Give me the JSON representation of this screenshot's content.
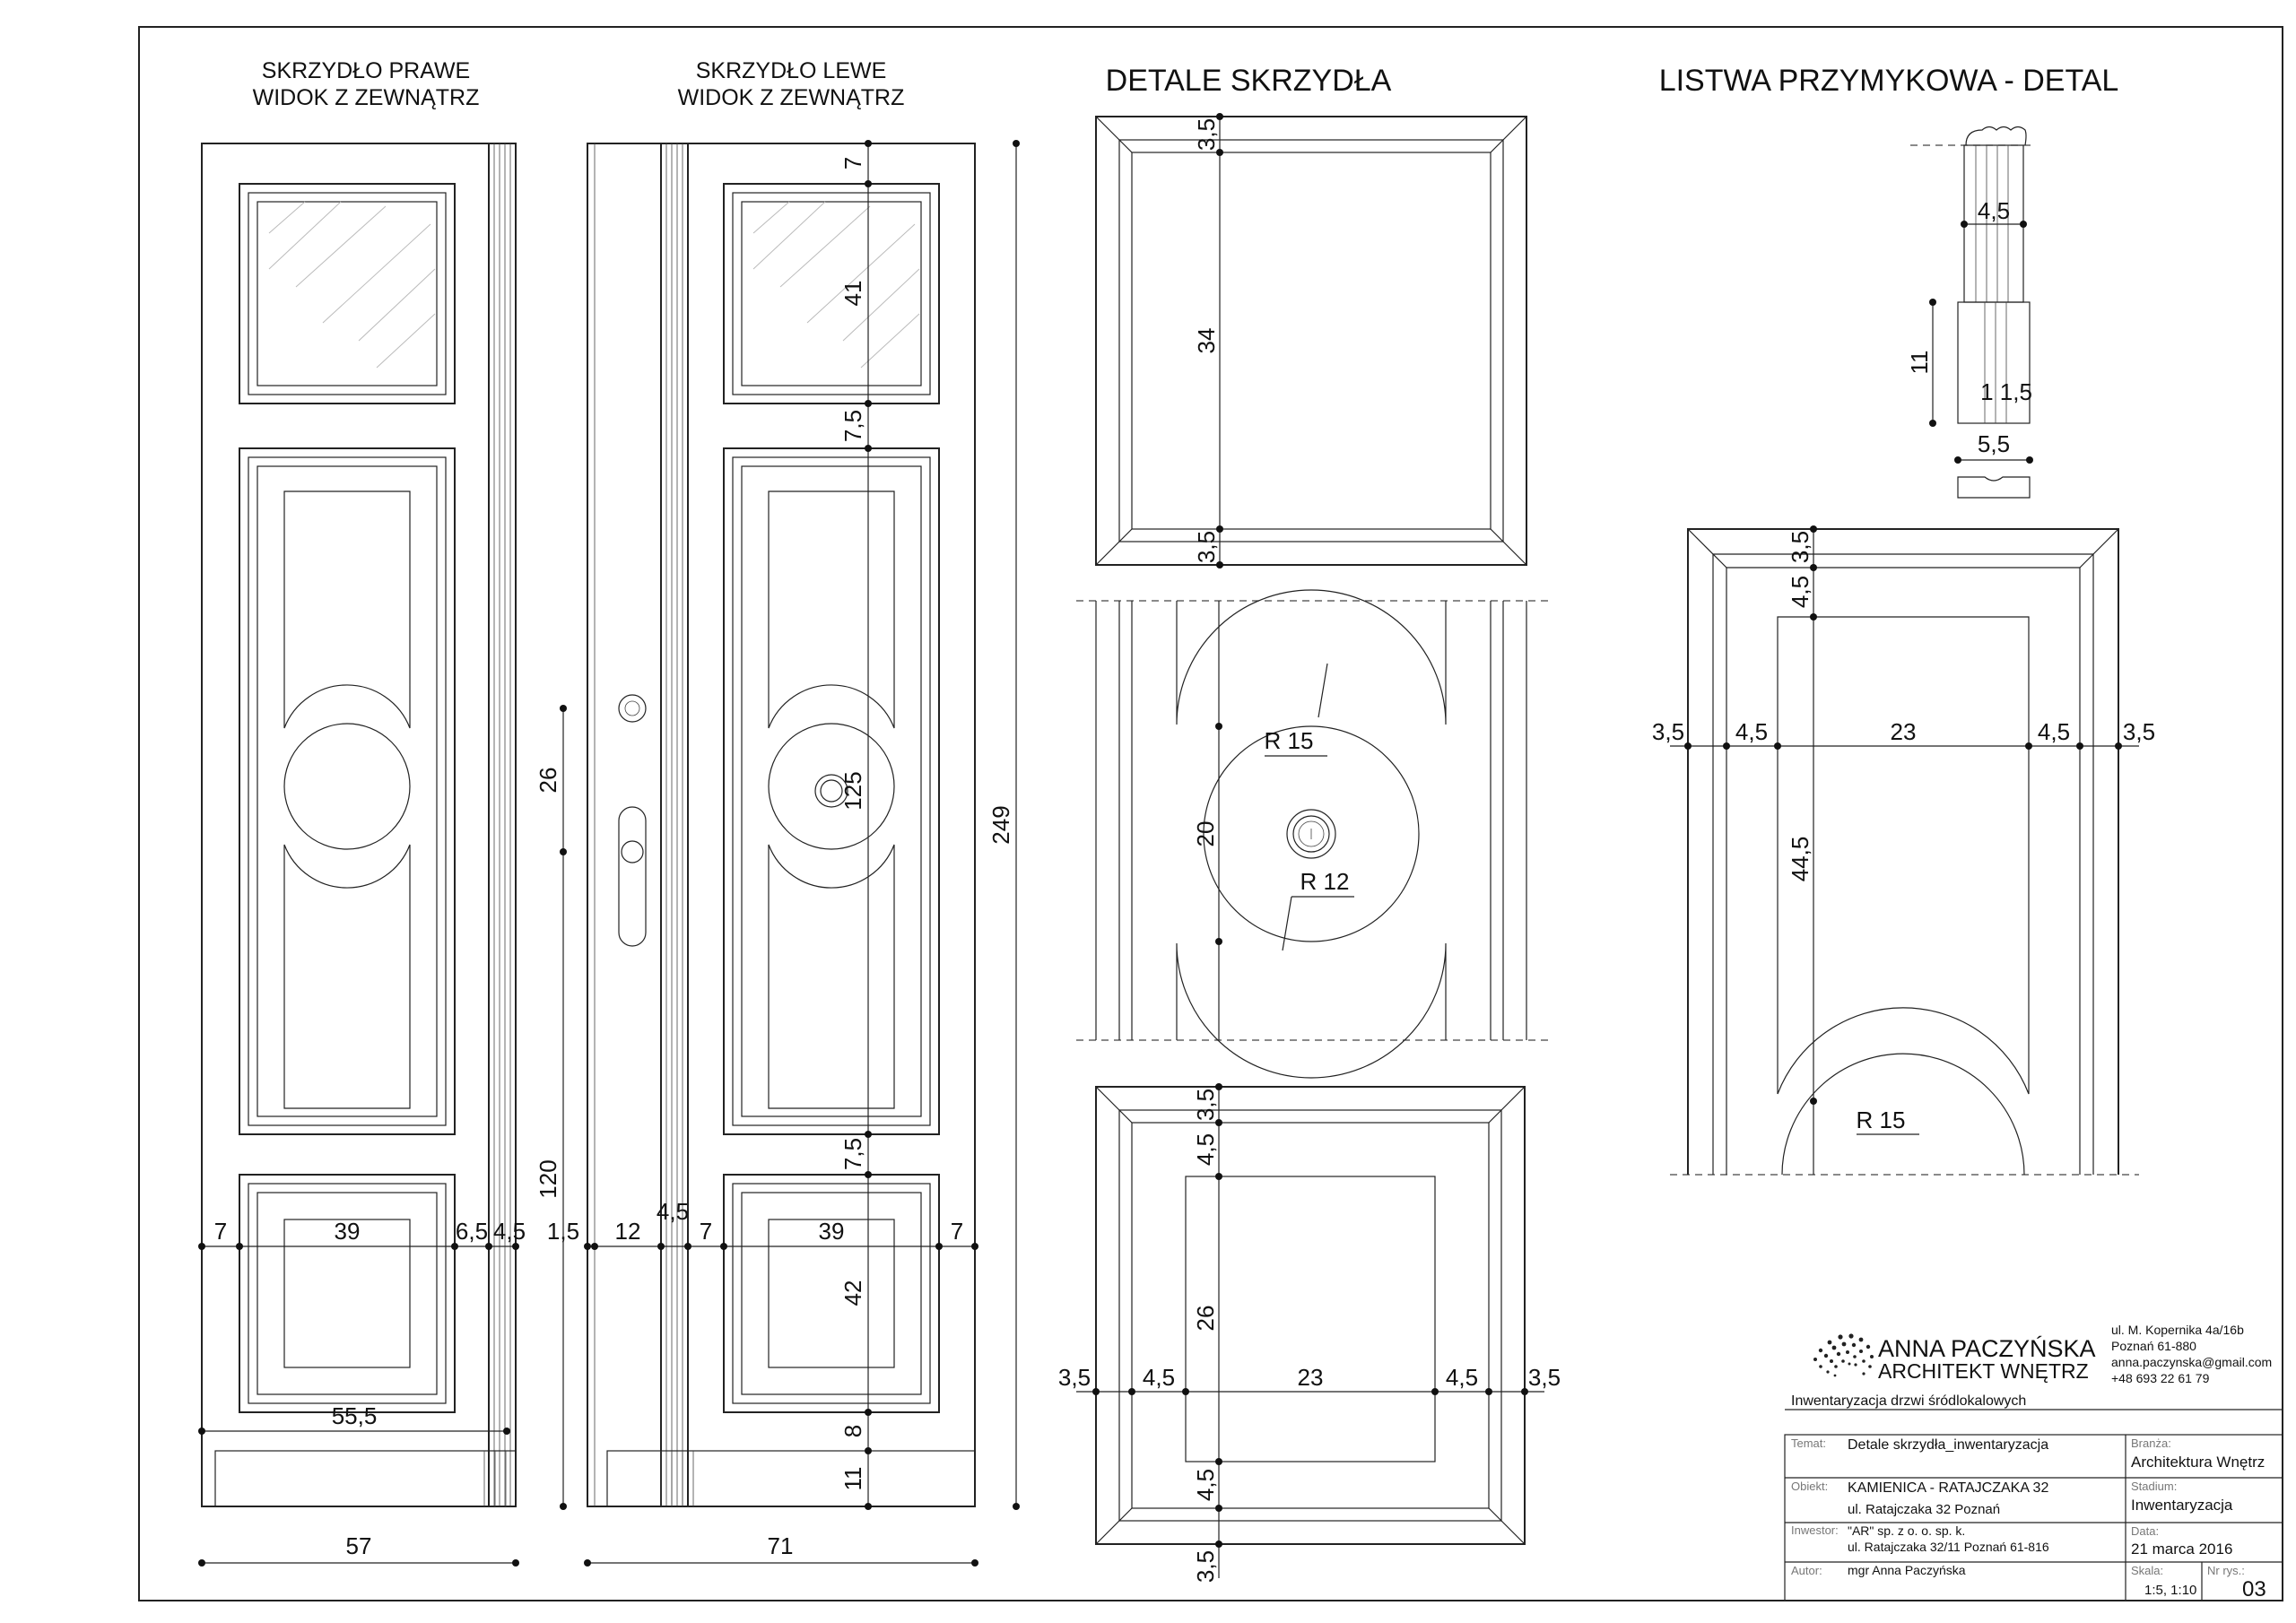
{
  "titles": {
    "right_leaf_1": "SKRZYDŁO PRAWE",
    "right_leaf_2": "WIDOK Z ZEWNĄTRZ",
    "left_leaf_1": "SKRZYDŁO LEWE",
    "left_leaf_2": "WIDOK Z ZEWNĄTRZ",
    "leaf_details": "DETALE SKRZYDŁA",
    "strip_detail": "LISTWA PRZYMYKOWA - DETAL"
  },
  "dimensions": {
    "right_leaf": {
      "d7": "7",
      "d39": "39",
      "d65": "6,5",
      "d45": "4,5",
      "d555": "55,5",
      "d57": "57"
    },
    "left_leaf": {
      "d15": "1,5",
      "d12": "12",
      "d45": "4,5",
      "d7a": "7",
      "d39": "39",
      "d7b": "7",
      "d71": "71",
      "d26": "26",
      "d120": "120",
      "d249": "249"
    },
    "left_leaf_vertical": {
      "v7": "7",
      "v41": "41",
      "v75a": "7,5",
      "v125": "125",
      "v75b": "7,5",
      "v42": "42",
      "v8": "8",
      "v11": "11"
    },
    "detail_top": {
      "a": "3,5",
      "b": "34",
      "c": "3,5"
    },
    "detail_mid": {
      "r15": "R 15",
      "r12": "R 12",
      "d20": "20"
    },
    "detail_bottom": {
      "a": "3,5",
      "b": "4,5",
      "c": "26",
      "d": "4,5",
      "e": "3,5",
      "h1": "3,5",
      "h2": "4,5",
      "h3": "23",
      "h4": "4,5",
      "h5": "3,5"
    },
    "strip": {
      "w45": "4,5",
      "h11": "11",
      "s115": "1 1,5",
      "w55": "5,5"
    },
    "strip_panel": {
      "v35": "3,5",
      "v45": "4,5",
      "v445": "44,5",
      "h1": "3,5",
      "h2": "4,5",
      "h3": "23",
      "h4": "4,5",
      "h5": "3,5",
      "r15": "R 15"
    }
  },
  "title_block": {
    "brand_name": "ANNA PACZYŃSKA",
    "brand_sub": "ARCHITEKT WNĘTRZ",
    "address_1": "ul. M. Kopernika 4a/16b",
    "address_2": "Poznań 61-880",
    "email": "anna.paczynska@gmail.com",
    "phone": "+48 693 22 61 79",
    "project": "Inwentaryzacja drzwi śródlokalowych",
    "temat_label": "Temat:",
    "temat_value": "Detale skrzydła_inwentaryzacja",
    "obiekt_label": "Obiekt:",
    "obiekt_value_1": "KAMIENICA - RATAJCZAKA 32",
    "obiekt_value_2": "ul. Ratajczaka 32 Poznań",
    "inwestor_label": "Inwestor:",
    "inwestor_value_1": "\"AR\" sp. z o. o. sp. k.",
    "inwestor_value_2": "ul. Ratajczaka 32/11 Poznań 61-816",
    "autor_label": "Autor:",
    "autor_value": "mgr Anna  Paczyńska",
    "branza_label": "Branża:",
    "branza_value": "Architektura Wnętrz",
    "stadium_label": "Stadium:",
    "stadium_value": "Inwentaryzacja",
    "data_label": "Data:",
    "data_value": "21 marca 2016",
    "skala_label": "Skala:",
    "skala_value": "1:5, 1:10",
    "nr_label": "Nr rys.:",
    "nr_value": "03"
  }
}
